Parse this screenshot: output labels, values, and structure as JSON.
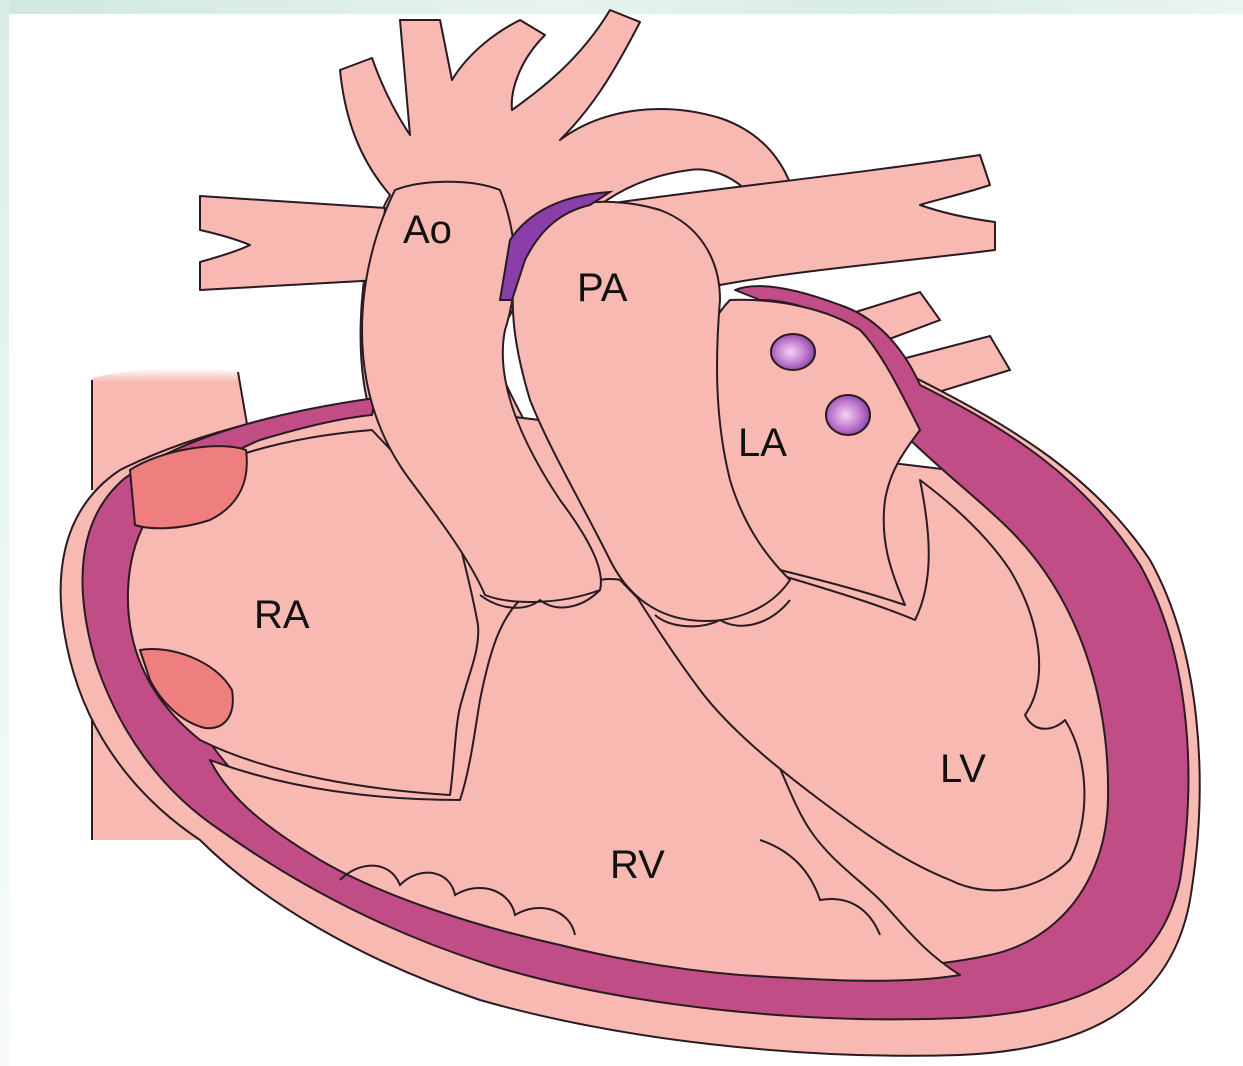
{
  "labels": {
    "ao": "Ao",
    "pa": "PA",
    "la": "LA",
    "ra": "RA",
    "lv": "LV",
    "rv": "RV"
  },
  "colors": {
    "tissue": "#f8b9b2",
    "wall": "#c04d86",
    "outline": "#2a1a22",
    "node": "#ef7f7f",
    "vessel_opening": "#8a3fa8",
    "background": "#ffffff",
    "frame_tint": "#d9eee6"
  }
}
